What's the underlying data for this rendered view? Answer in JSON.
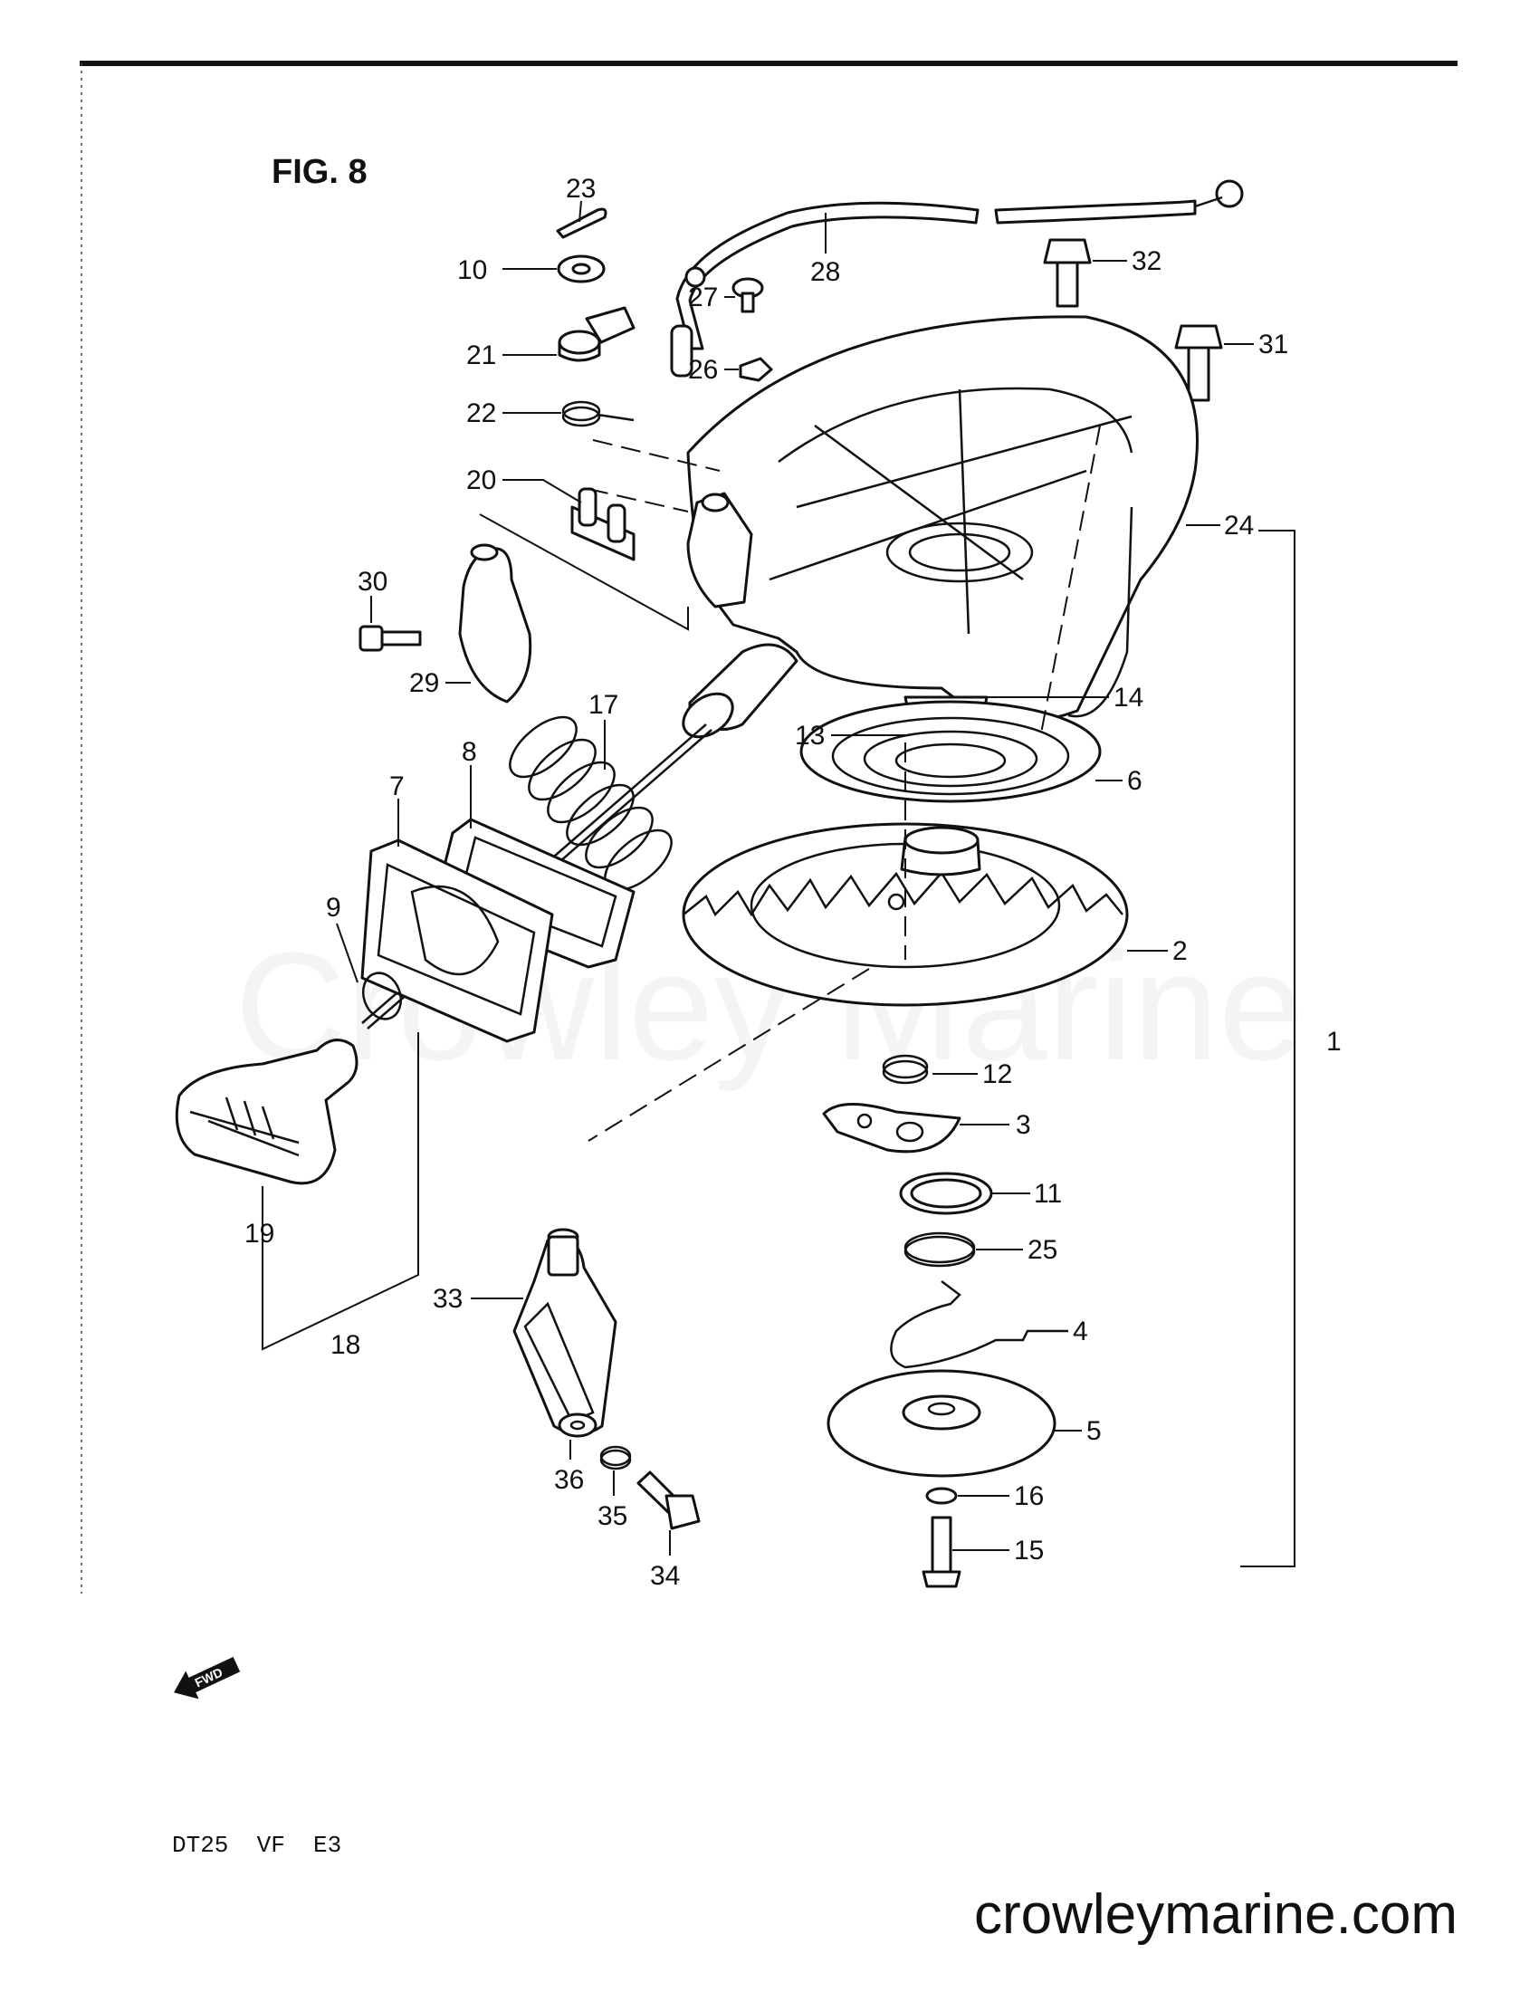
{
  "figure_title": "FIG. 8",
  "model_code": "DT25  VF  E3",
  "watermark": "Crowley Marine",
  "site_url": "crowleymarine.com",
  "fwd_label": "FWD",
  "callouts": [
    "1",
    "2",
    "3",
    "4",
    "5",
    "6",
    "7",
    "8",
    "9",
    "10",
    "11",
    "12",
    "13",
    "14",
    "15",
    "16",
    "17",
    "18",
    "19",
    "20",
    "21",
    "22",
    "23",
    "24",
    "25",
    "26",
    "27",
    "28",
    "29",
    "30",
    "31",
    "32",
    "33",
    "34",
    "35",
    "36"
  ]
}
